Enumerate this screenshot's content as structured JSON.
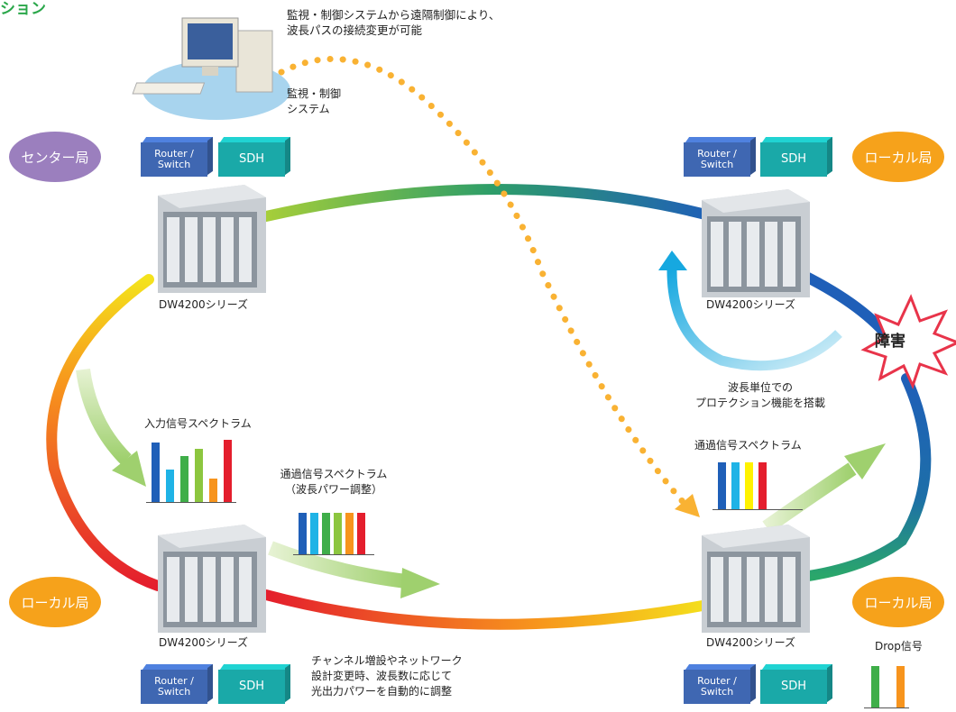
{
  "header_fragment": "ション",
  "monitor": {
    "caption": "監視・制御システムから遠隔制御により、\n波長パスの接続変更が可能",
    "label": "監視・制御\nシステム"
  },
  "sites": {
    "center": "センター局",
    "local_top_right": "ローカル局",
    "local_bottom_left": "ローカル局",
    "local_bottom_right": "ローカル局"
  },
  "equipment": {
    "router_label": "Router /\nSwitch",
    "sdh_label": "SDH",
    "device_label": "DW4200シリーズ"
  },
  "fault_label": "障害",
  "protection_caption": "波長単位での\nプロテクション機能を搭載",
  "spectra": {
    "input": {
      "title": "入力信号スペクトラム",
      "bars": [
        {
          "color": "#1f5fb8",
          "level": 1.0
        },
        {
          "color": "#1fb3e6",
          "level": 0.55
        },
        {
          "color": "#3fae49",
          "level": 0.78
        },
        {
          "color": "#8cc63f",
          "level": 0.9
        },
        {
          "color": "#f7941d",
          "level": 0.4
        },
        {
          "color": "#e41e2d",
          "level": 1.05
        }
      ]
    },
    "passthrough_adjusted": {
      "title": "通過信号スペクトラム\n（波長パワー調整）",
      "bars": [
        {
          "color": "#1f5fb8",
          "level": 1.0
        },
        {
          "color": "#1fb3e6",
          "level": 1.0
        },
        {
          "color": "#3fae49",
          "level": 1.0
        },
        {
          "color": "#8cc63f",
          "level": 1.0
        },
        {
          "color": "#f7941d",
          "level": 1.0
        },
        {
          "color": "#e41e2d",
          "level": 1.0
        }
      ]
    },
    "passthrough": {
      "title": "通過信号スペクトラム",
      "bars": [
        {
          "color": "#1f5fb8",
          "level": 1.0
        },
        {
          "color": "#1fb3e6",
          "level": 1.0
        },
        {
          "color": "#fff200",
          "level": 1.0
        },
        {
          "color": "#e41e2d",
          "level": 1.0
        }
      ]
    },
    "drop": {
      "title": "Drop信号",
      "bars": [
        {
          "color": "#3fae49",
          "level": 1.0
        },
        {
          "color": "#f7941d",
          "level": 1.0
        }
      ]
    }
  },
  "channel_caption": "チャンネル増設やネットワーク\n設計変更時、波長数に応じて\n光出力パワーを自動的に調整",
  "colors": {
    "center_site": "#9b7fbe",
    "local_site": "#f6a21b",
    "dotted_path": "#f9b233",
    "protection_arrow": "#16a8e0",
    "flow_arrow": "#9fd06e",
    "fault_burst": "#e8344a"
  }
}
